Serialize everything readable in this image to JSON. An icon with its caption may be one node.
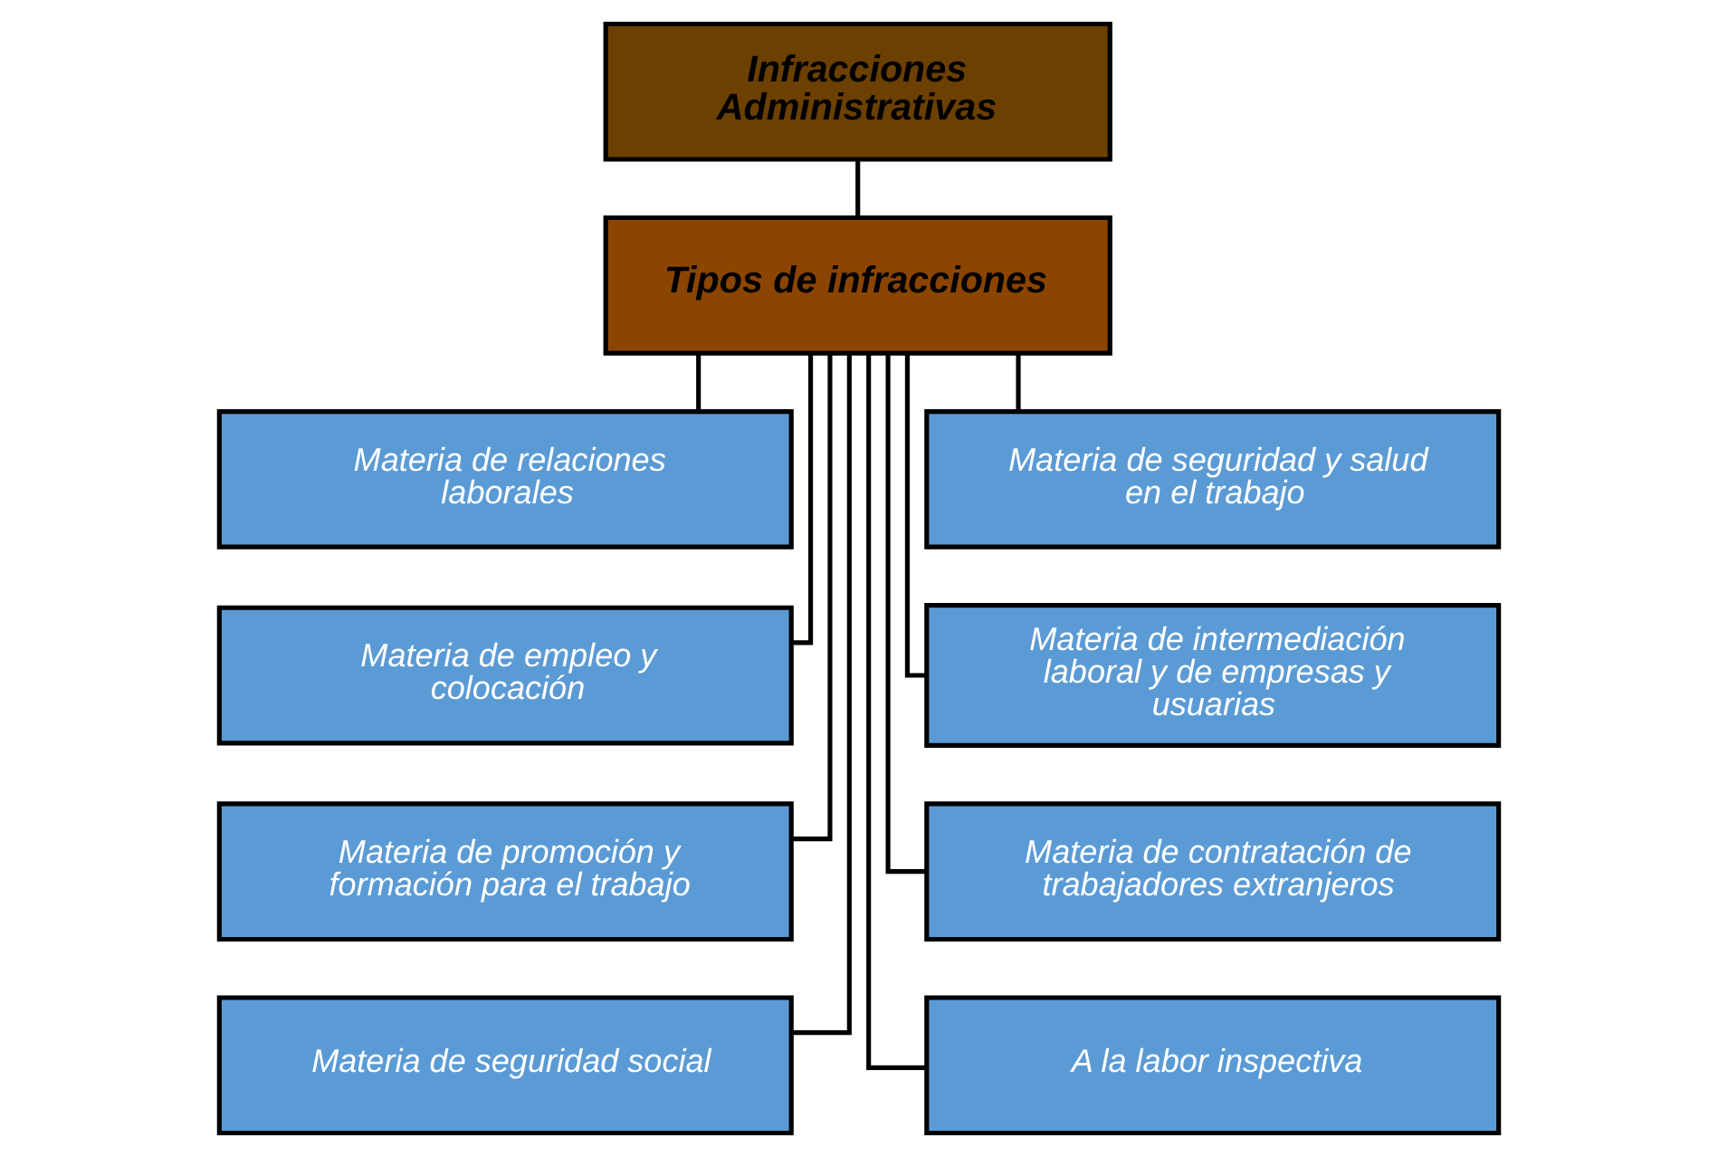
{
  "diagram": {
    "nodes": [
      {
        "text": [
          "Infracciones Administrativas"
        ]
      },
      {
        "text": [
          "Tipos de infracciones"
        ]
      },
      {
        "text": [
          "Materia de relaciones laborales"
        ]
      },
      {
        "text": [
          "Materia de seguridad y salud en el trabajo"
        ]
      },
      {
        "text": [
          "Materia de empleo y colocación"
        ]
      },
      {
        "text": [
          "Materia de intermediación laboral y de empresas y usuarias"
        ]
      },
      {
        "text": [
          "Materia de promoción y formación para el trabajo"
        ]
      },
      {
        "text": [
          "Materia de contratación de trabajadores extranjeros"
        ]
      },
      {
        "text": [
          "Materia de seguridad social"
        ]
      },
      {
        "text": [
          "A la labor inspectiva"
        ]
      }
    ],
    "edges": [
      {
        "from": 0,
        "to": 1,
        "arrow": "none"
      },
      {
        "from": 1,
        "to": 2,
        "arrow": "none"
      },
      {
        "from": 1,
        "to": 3,
        "arrow": "none"
      },
      {
        "from": 1,
        "to": 4,
        "arrow": "none"
      },
      {
        "from": 1,
        "to": 5,
        "arrow": "none"
      },
      {
        "from": 1,
        "to": 6,
        "arrow": "none"
      },
      {
        "from": 1,
        "to": 7,
        "arrow": "none"
      },
      {
        "from": 1,
        "to": 8,
        "arrow": "none"
      },
      {
        "from": 1,
        "to": 9,
        "arrow": "none"
      }
    ]
  }
}
